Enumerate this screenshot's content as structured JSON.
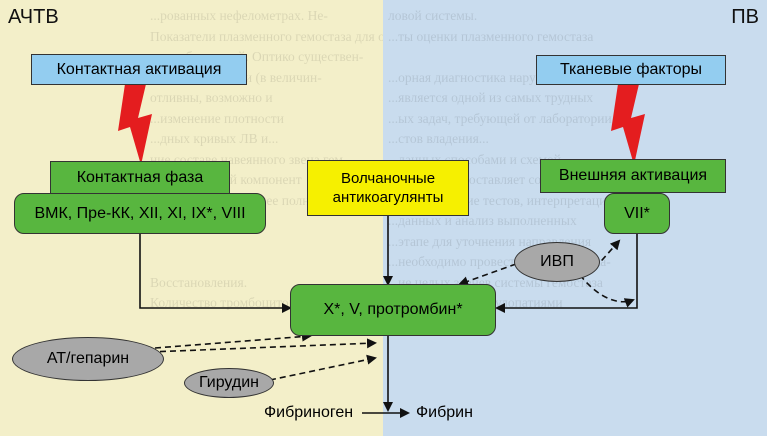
{
  "corners": {
    "left": "АЧТВ",
    "right": "ПВ"
  },
  "ghost_text": {
    "left_column": [
      "...рованных нефелометрах. Не-",
      "Показатели плазменного гемостаза для оценки",
      "гих лабораторий. Оптико существен-",
      "...щими методами (в величин-",
      "отливны, возможно и",
      "...изменение плотности",
      "...дных кривых ЛВ и...",
      "ние составе навеянного звена гем-",
      "...как основной компонент",
      "...гемостаза. Наиболее полно этапно",
      "",
      "",
      "",
      "Восстановления.",
      "Количество тромбоцитов."
    ],
    "right_column": [
      "ловой системы.",
      "...ты оценки плазменного гемостаза",
      "",
      "...орная диагностика нарушений систе-",
      "...является одной из самых трудных",
      "...ых задач, требующей от лаборатории",
      "...стов владения...",
      "...данных способами и схемой...",
      "...тест не предоставляет собой",
      "...ее проведение тестов, интерпретация",
      "...данных и анализ выполненных",
      "...этапе для уточнения направления",
      "...необходимо провести тесты, отража-",
      "...ие целых звенев системы гемостаза",
      "...связанных с коагулопатиями"
    ]
  },
  "nodes": {
    "contact_activation": "Контактная активация",
    "tissue_factors": "Тканевые факторы",
    "contact_phase": "Контактная фаза",
    "contact_factors": "ВМК, Пре-КК, XII, XI, IX*, VIII",
    "lupus_anticoagulants": "Волчаночные антикоагулянты",
    "extrinsic_activation": "Внешняя активация",
    "factor_vii": "VII*",
    "common_pathway": "X*, V, протромбин*",
    "ivp": "ИВП",
    "at_heparin": "АТ/гепарин",
    "hirudin": "Гирудин",
    "fibrinogen": "Фибриноген",
    "fibrin": "Фибрин"
  },
  "colors": {
    "left_background": "#f3efc9",
    "right_background": "#c9dcee",
    "activation_box": "#93cdf0",
    "factor_box": "#58b63f",
    "lupus_box": "#f6f000",
    "inhibitor_ellipse": "#a8a8a8",
    "lightning": "#e41d1f"
  },
  "icons": {
    "activation_trigger": "lightning-bolt-icon"
  }
}
